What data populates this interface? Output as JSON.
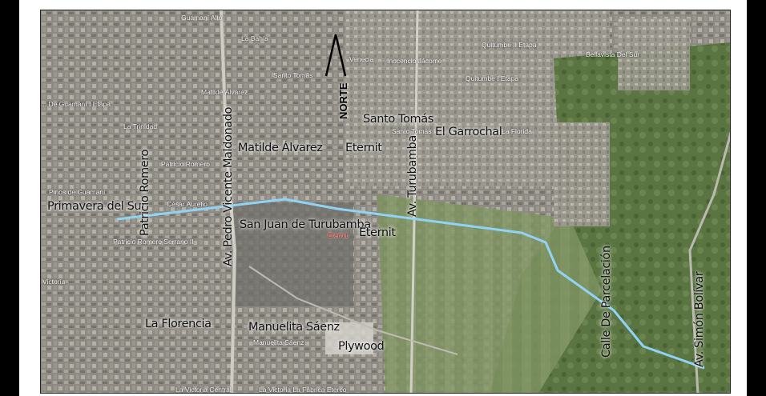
{
  "map": {
    "north_label": "NORTE",
    "labels": {
      "santo_tomas": "Santo Tomás",
      "el_garrochal": "El Garrochal",
      "matilde_alvarez": "Matilde Álvarez",
      "eternit_north": "Eternit",
      "eternit_south": "Eternit",
      "primavera_del_sur": "Primavera del Sur",
      "san_juan_de_turubamba": "San Juan de Turubamba",
      "la_florencia": "La Florencia",
      "manuelita_saenz": "Manuelita Sáenz",
      "plywood": "Plywood",
      "patricio_romero": "Patricio Romero",
      "av_pedro_vicente_maldonado": "Av. Pedro Vicente Maldonado",
      "av_turubamba": "Av. Turubamba",
      "calle_de_parcelacion": "Calle De Parcelación",
      "av_simon_bolivar": "Av. Simón Bolívar"
    },
    "basemap_labels": {
      "guamani_alto": "Guamaní Alto",
      "la_bahia": "La Bahía",
      "venecia": "Venecia",
      "inocencio_jacome": "Inocencio Jácome",
      "quitumbe_ii": "Quitumbe II Etapa",
      "quitumbe_i": "Quitumbe I Etapa",
      "bellavista_del_sur": "Bellavista Del Sur",
      "santo_tomas_i": "Santo Tomás I",
      "la_florida": "La Florida",
      "matilde_alvarez_small": "Matilde Álvarez",
      "santo_tomas_small": "Santo Tomás",
      "guamani_etapa": "... De Guamaní I Etapa",
      "la_trinidad": "La Trinidad",
      "patricio_romero_small": "Patricio Romero",
      "cesar_aurelio": "César Aurelio",
      "pinos_de_guamani": "Pinos de Guamaní",
      "patricio_romero_serrano": "Patricio Romero Serrano II",
      "eternit_small": "Eternit",
      "la_victoria": "Victoria",
      "la_victoria_central": "La Victoria Central",
      "la_victoria_la_fabrica": "La Victoria La Fábrica Eterco",
      "manuelita_small": "Manuelita Sáenz"
    },
    "colors": {
      "route": "#8fd3f5",
      "urban": "#8a8880",
      "vegetation": "#4e6a3a",
      "frame": "#000000"
    }
  }
}
